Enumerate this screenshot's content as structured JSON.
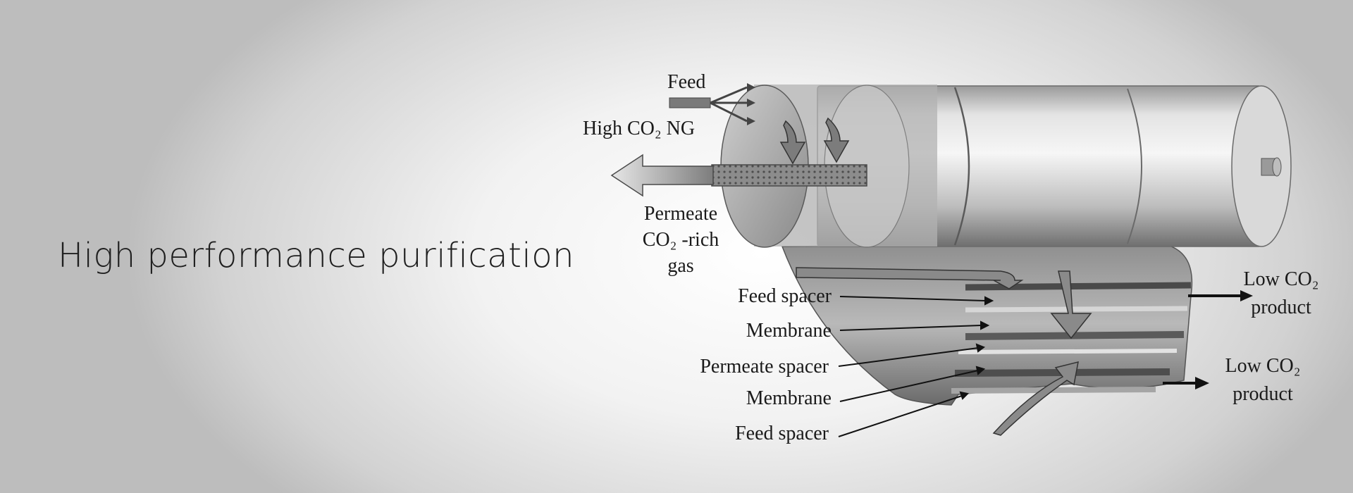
{
  "slide": {
    "title": "High performance purification"
  },
  "diagram": {
    "labels": {
      "feed": "Feed",
      "feed_gas": "High CO₂ NG",
      "permeate_1": "Permeate",
      "permeate_2": "CO₂ -rich",
      "permeate_3": "gas",
      "low_co2_top_1": "Low CO₂",
      "low_co2_top_2": "product",
      "low_co2_bottom_1": "Low CO₂",
      "low_co2_bottom_2": "product"
    },
    "layers": [
      {
        "label": "Feed spacer"
      },
      {
        "label": "Membrane"
      },
      {
        "label": "Permeate spacer"
      },
      {
        "label": "Membrane"
      },
      {
        "label": "Feed spacer"
      }
    ]
  }
}
